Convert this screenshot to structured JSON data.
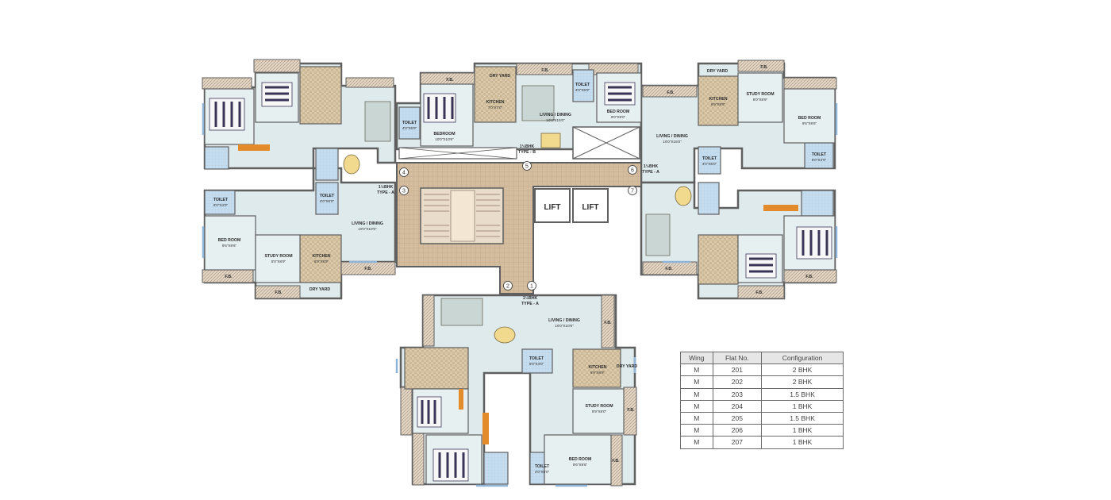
{
  "colors": {
    "floor": "#dfeaec",
    "wall": "#5f5f5f",
    "lobby": "#d3b99c",
    "balcony": "#d9c8b4",
    "toilet": "#c4dcef",
    "kitchen": "#d7c6a8",
    "window": "#8fb5d9",
    "door": "#e38a2b"
  },
  "labels": {
    "lift_1": "LIFT",
    "lift_2": "LIFT",
    "toilet_a": "TOILET",
    "toilet_a_dim": "4'0\"X5'9\"",
    "bedroom_b": "BEDROOM",
    "bedroom_b_dim": "10'0\"X10'6\"",
    "dry_yard_b": "DRY YARD",
    "kitchen_b": "KITCHEN",
    "kitchen_b_dim": "7'0\"X7'0\"",
    "living_b": "LIVING / DINING",
    "living_b_dim": "10'0\"X15'0\"",
    "toilet_b": "TOILET",
    "toilet_b_dim": "4'0\"X5'9\"",
    "bedroom_c": "BED ROOM",
    "bedroom_c_dim": "9'0\"X9'0\"",
    "type_b": "1½BHK",
    "type_b_sub": "TYPE - B",
    "dry_yard_r": "DRY YARD",
    "kitchen_r": "KITCHEN",
    "kitchen_r_dim": "6'9\"X8'9\"",
    "study_r": "STUDY ROOM",
    "study_r_dim": "8'0\"X8'9\"",
    "bedroom_r": "BED ROOM",
    "bedroom_r_dim": "9'6\"X9'6\"",
    "living_r": "LIVING / DINING",
    "living_r_dim": "10'0\"X15'0\"",
    "toilet_r": "TOILET",
    "toilet_r_dim": "4'0\"X6'0\"",
    "toilet_r2": "TOILET",
    "toilet_r2_dim": "6'0\"X4'0\"",
    "type_r": "1½BHK",
    "type_r_sub": "TYPE - A",
    "toilet_l": "TOILET",
    "toilet_l_dim": "6'0\"X4'0\"",
    "toilet_l2": "TOILET",
    "toilet_l2_dim": "4'0\"X6'0\"",
    "type_l": "1½BHK",
    "type_l_sub": "TYPE - A",
    "living_l": "LIVING / DINING",
    "living_l_dim": "10'0\"X10'0\"",
    "bedroom_l": "BED ROOM",
    "bedroom_l_dim": "9'6\"X9'6\"",
    "study_l": "STUDY ROOM",
    "study_l_dim": "8'0\"X8'9\"",
    "kitchen_l": "KITCHEN",
    "kitchen_l_dim": "6'9\"X8'9\"",
    "dry_yard_l": "DRY YARD",
    "type_s": "1½BHK",
    "type_s_sub": "TYPE - A",
    "living_s": "LIVING / DINING",
    "living_s_dim": "10'0\"X10'6\"",
    "toilet_s": "TOILET",
    "toilet_s_dim": "6'0\"X4'0\"",
    "kitchen_s": "KITCHEN",
    "kitchen_s_dim": "6'9\"X8'9\"",
    "dry_yard_s": "DRY YARD",
    "study_s": "STUDY ROOM",
    "study_s_dim": "8'9\"X8'0\"",
    "bedroom_s": "BED ROOM",
    "bedroom_s_dim": "9'6\"X9'6\"",
    "toilet_s2": "TOILET",
    "toilet_s2_dim": "4'0\"X6'0\"",
    "fb": "F.B.",
    "flat_nums": [
      "1",
      "2",
      "3",
      "4",
      "5",
      "6",
      "7"
    ]
  },
  "table": {
    "headers": [
      "Wing",
      "Flat No.",
      "Configuration"
    ],
    "rows": [
      [
        "M",
        "201",
        "2 BHK"
      ],
      [
        "M",
        "202",
        "2 BHK"
      ],
      [
        "M",
        "203",
        "1.5 BHK"
      ],
      [
        "M",
        "204",
        "1 BHK"
      ],
      [
        "M",
        "205",
        "1.5 BHK"
      ],
      [
        "M",
        "206",
        "1 BHK"
      ],
      [
        "M",
        "207",
        "1 BHK"
      ]
    ]
  }
}
